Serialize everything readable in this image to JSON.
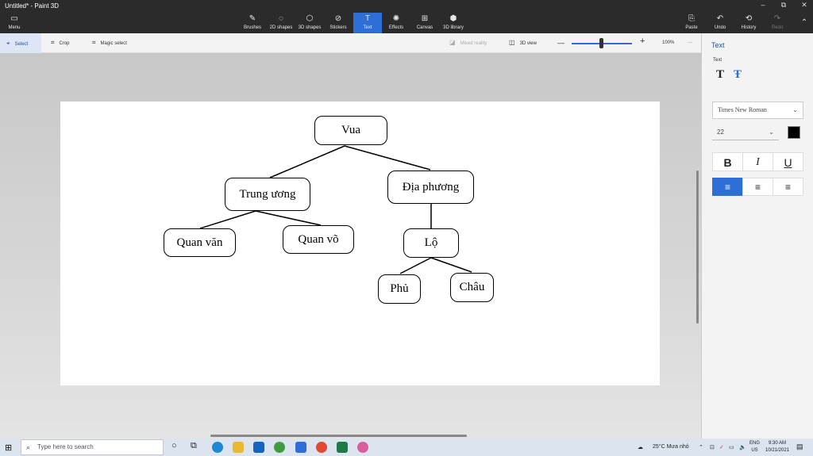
{
  "window": {
    "title": "Untitled* - Paint 3D",
    "controls": [
      "–",
      "⧉",
      "✕"
    ]
  },
  "ribbon": {
    "menu_label": "Menu",
    "tools": [
      {
        "label": "Brushes",
        "icon": "✎"
      },
      {
        "label": "2D shapes",
        "icon": "◌"
      },
      {
        "label": "3D shapes",
        "icon": "⬡"
      },
      {
        "label": "Stickers",
        "icon": "⊘"
      },
      {
        "label": "Text",
        "icon": "T"
      },
      {
        "label": "Effects",
        "icon": "✺"
      },
      {
        "label": "Canvas",
        "icon": "⊞"
      },
      {
        "label": "3D library",
        "icon": "⬢"
      }
    ],
    "right_tools": [
      {
        "label": "Paste",
        "icon": "⎘"
      },
      {
        "label": "Undo",
        "icon": "↶"
      },
      {
        "label": "History",
        "icon": "⟲"
      },
      {
        "label": "Redo",
        "icon": "↷"
      }
    ],
    "collapse_icon": "⌃"
  },
  "subbar": {
    "select": "Select",
    "crop": "Crop",
    "magic_select": "Magic select",
    "mixed_reality": "Mixed reality",
    "view_3d": "3D view",
    "zoom_minus": "—",
    "zoom_plus": "+",
    "zoom_value": "100%",
    "more": "···"
  },
  "canvas": {
    "nodes": {
      "root": "Vua",
      "central": "Trung ương",
      "local": "Địa phương",
      "civil": "Quan văn",
      "military": "Quan võ",
      "lo": "Lộ",
      "phu": "Phủ",
      "chau": "Châu"
    }
  },
  "panel": {
    "title": "Text",
    "section_label": "Text",
    "font_family": "Times New Roman",
    "font_size": "22",
    "text_color": "#000000",
    "bold": "B",
    "italic": "I",
    "underline": "U",
    "align_left": "≡",
    "align_center": "≡",
    "align_right": "≡"
  },
  "taskbar": {
    "search_placeholder": "Type here to search",
    "weather": "25°C Mưa nhỏ",
    "lang_top": "ENG",
    "lang_bottom": "US",
    "time": "9:30 AM",
    "date": "10/21/2021"
  },
  "colors": {
    "accent": "#2d6fd6",
    "ribbon_bg": "#2b2b2b"
  }
}
